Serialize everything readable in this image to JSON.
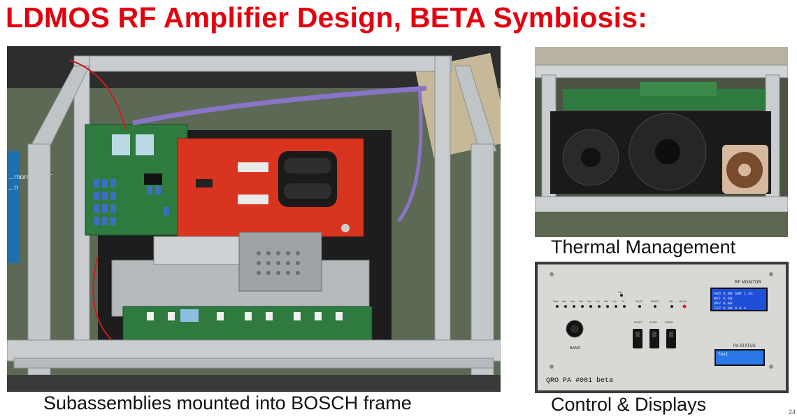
{
  "slide": {
    "title": "LDMOS RF Amplifier Design, BETA Symbiosis:",
    "page_number": "24"
  },
  "photos": {
    "main": {
      "caption": "Subassemblies mounted into BOSCH frame",
      "side_label_lines": [
        "...more from T",
        "...n"
      ]
    },
    "thermal": {
      "caption": "Thermal Management"
    },
    "control": {
      "caption": "Control & Displays",
      "panel": {
        "rf_monitor_label": "RF MONITOR",
        "lcd_lines": [
          "FWD  0.0W  SWR  1.0x",
          "REF  0.0W",
          "DRV  0.0W",
          "TEP  0.0W   0.0 s"
        ],
        "pa_status_label": "PA STATUS",
        "pa_status_text": "Test",
        "band_label": "BAND",
        "band_leds": [
          "160m",
          "80m",
          "40m",
          "30m",
          "20m",
          "17m",
          "15m",
          "12m",
          "10m"
        ],
        "indicator_labels": [
          "TX",
          "FAULT",
          "READY",
          "ON",
          "HW-IN"
        ],
        "button_labels": [
          "RESET",
          "START",
          "PWR/B"
        ],
        "unit_label": "QRO PA  #001 beta"
      }
    }
  },
  "colors": {
    "title": "#e3000f",
    "pcb_red": "#d9341f",
    "pcb_green": "#2f7a3e",
    "aluminum": "#c8ccce",
    "lcd_blue": "#1d4fd8",
    "lcd_text": "#dfe9ff",
    "panel": "#d8d8d4"
  }
}
